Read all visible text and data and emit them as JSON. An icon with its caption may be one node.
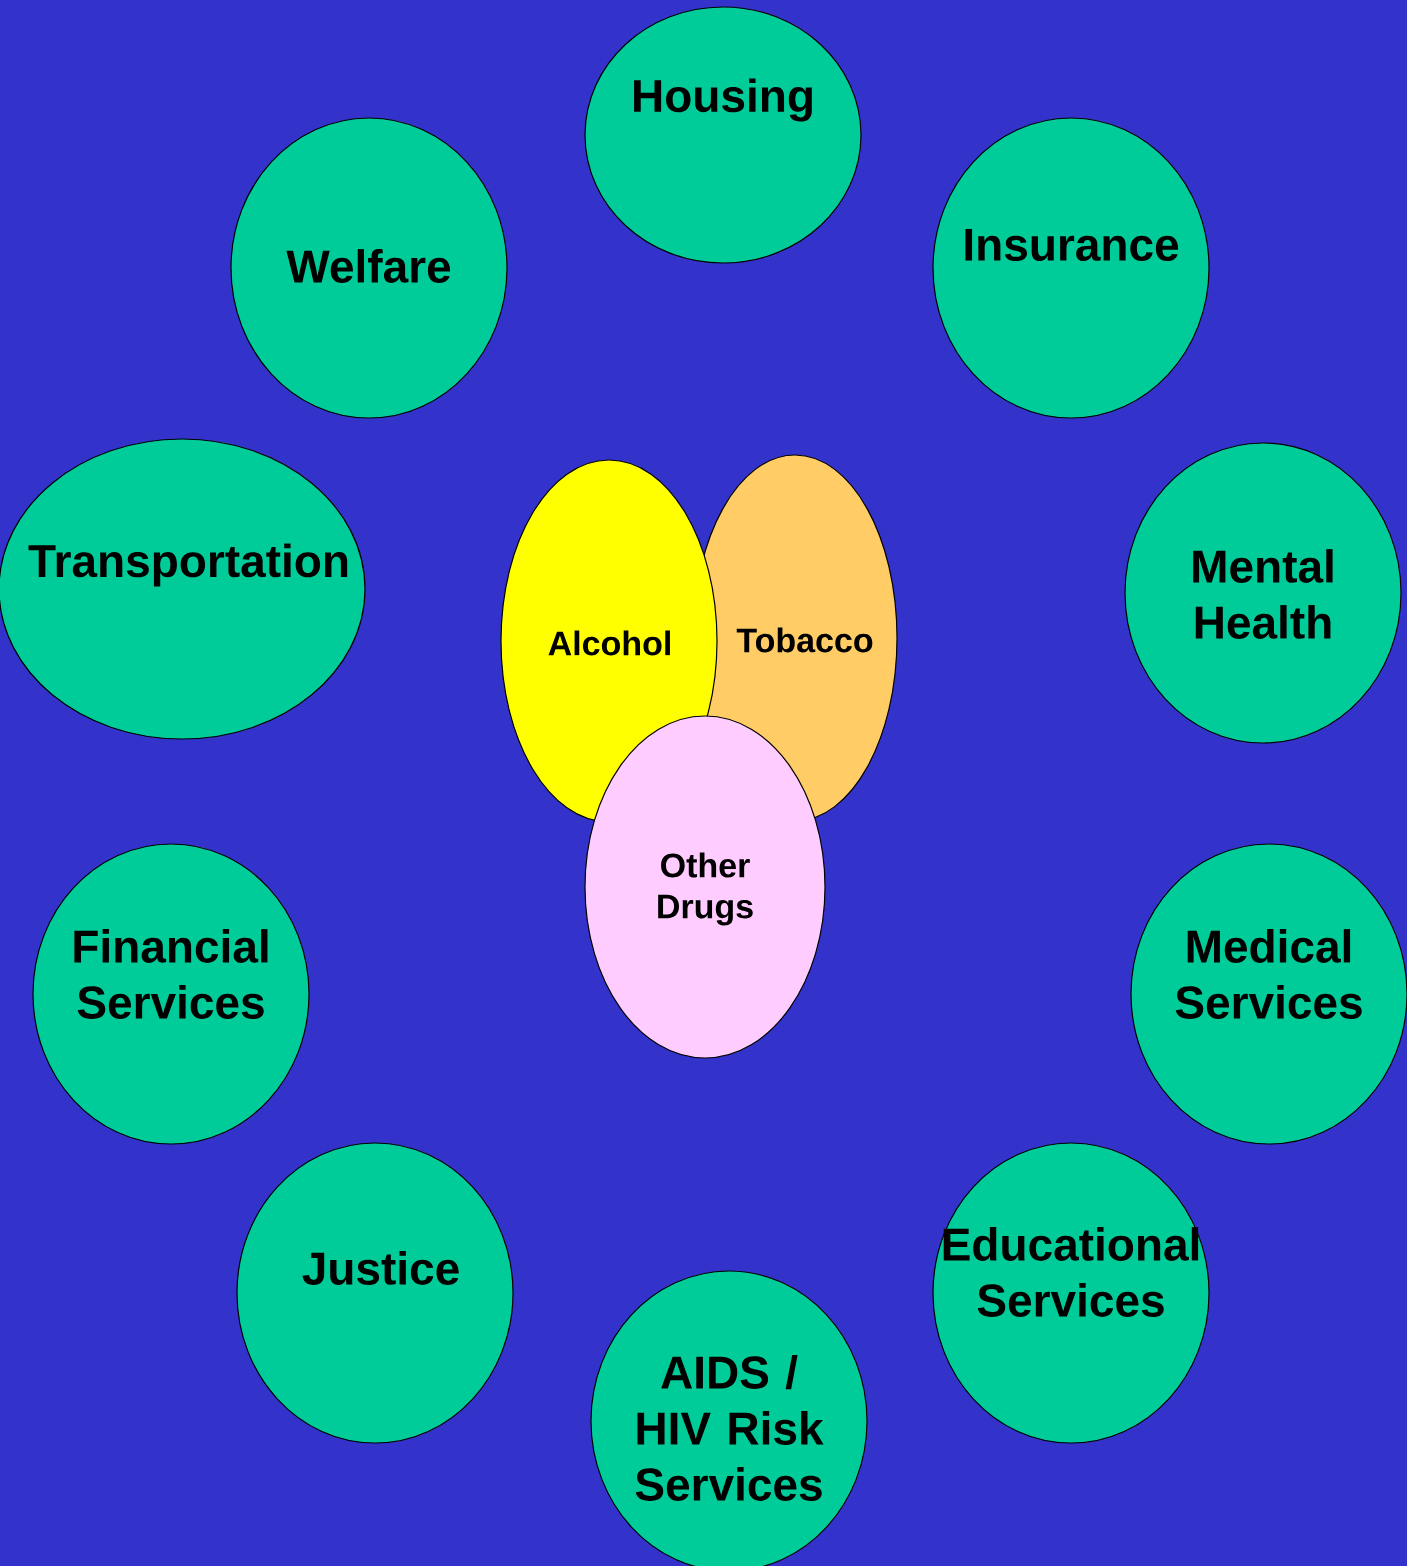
{
  "diagram": {
    "nodes": [
      {
        "text": [
          "Housing"
        ]
      },
      {
        "text": [
          "Welfare"
        ]
      },
      {
        "text": [
          "Insurance"
        ]
      },
      {
        "text": [
          "Transportation"
        ]
      },
      {
        "text": [
          "Mental Health"
        ]
      },
      {
        "text": [
          "Alcohol"
        ]
      },
      {
        "text": [
          "Tobacco"
        ]
      },
      {
        "text": [
          "Other Drugs"
        ]
      },
      {
        "text": [
          "Financial Services"
        ]
      },
      {
        "text": [
          "Medical Services"
        ]
      },
      {
        "text": [
          "Justice"
        ]
      },
      {
        "text": [
          "Educational Services"
        ]
      },
      {
        "text": [
          "AIDS / HIV Risk Services"
        ]
      }
    ]
  }
}
